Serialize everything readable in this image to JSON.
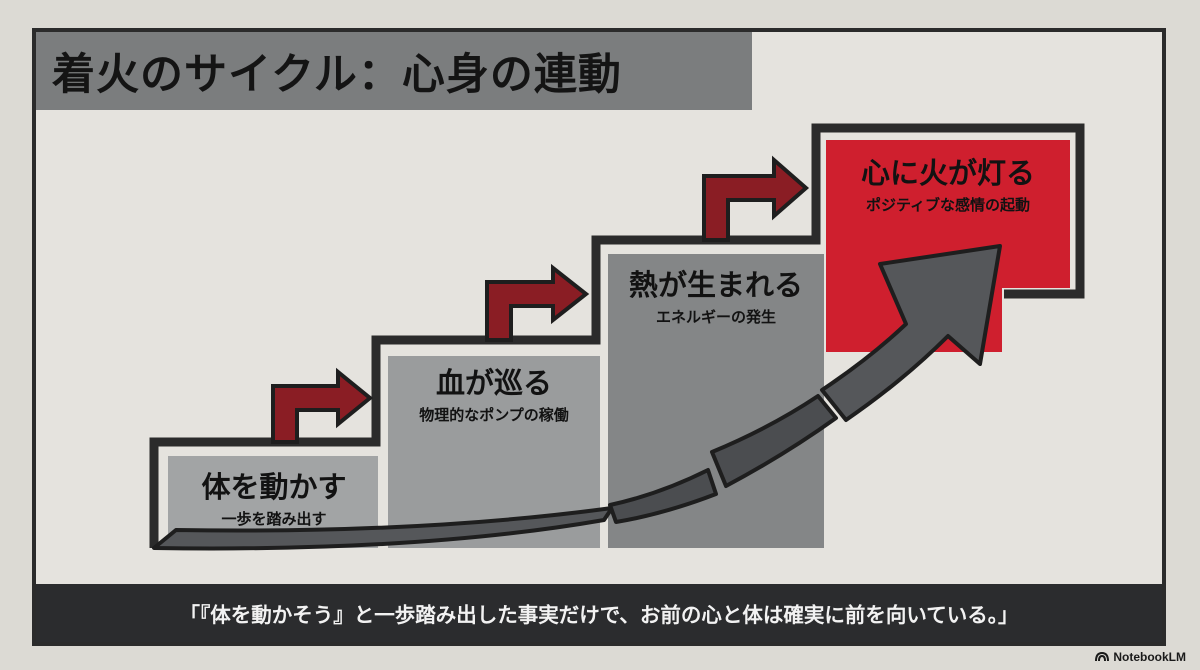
{
  "title": "着火のサイクル：心身の連動",
  "steps": [
    {
      "title": "体を動かす",
      "subtitle": "一歩を踏み出す"
    },
    {
      "title": "血が巡る",
      "subtitle": "物理的なポンプの稼働"
    },
    {
      "title": "熱が生まれる",
      "subtitle": "エネルギーの発生"
    },
    {
      "title": "心に火が灯る",
      "subtitle": "ポジティブな感情の起動"
    }
  ],
  "quote": "「『体を動かそう』と一歩踏み出した事実だけで、お前の心と体は確実に前を向いている。」",
  "brand": "NotebookLM",
  "colors": {
    "accent_red": "#cf1f2e",
    "arrow_red": "#8a1d24",
    "step1": "#a2a4a5",
    "step2": "#9a9c9d",
    "step3": "#848687",
    "curve_arrow": "#55575a",
    "dark": "#2b2b2b"
  }
}
